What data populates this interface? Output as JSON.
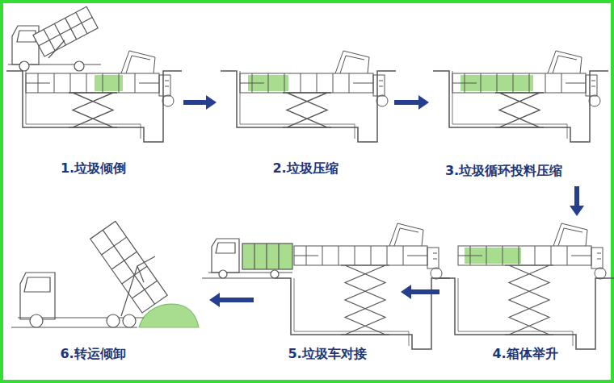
{
  "diagram": {
    "nodes": [
      {
        "text": [
          "1.垃圾倾倒"
        ]
      },
      {
        "text": [
          "2.垃圾压缩"
        ]
      },
      {
        "text": [
          "3.垃圾循环投料压缩"
        ]
      },
      {
        "text": [
          "4.箱体举升"
        ]
      },
      {
        "text": [
          "5.垃圾车对接"
        ]
      },
      {
        "text": [
          "6.转运倾卸"
        ]
      }
    ],
    "edges": [
      {
        "from": 0,
        "to": 1,
        "arrow": "to"
      },
      {
        "from": 1,
        "to": 2,
        "arrow": "to"
      },
      {
        "from": 2,
        "to": 3,
        "arrow": "to"
      },
      {
        "from": 3,
        "to": 4,
        "arrow": "to"
      },
      {
        "from": 4,
        "to": 5,
        "arrow": "to"
      }
    ]
  }
}
